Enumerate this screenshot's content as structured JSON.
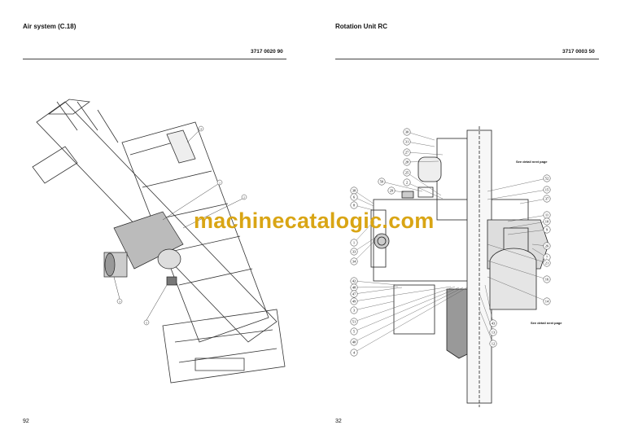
{
  "left_page": {
    "title": "Air system (C.18)",
    "part_number": "3717 0020 90",
    "page_number": "92",
    "callouts": [
      "4",
      "1",
      "2",
      "3",
      "5"
    ]
  },
  "right_page": {
    "title": "Rotation Unit RC",
    "part_number": "3717 0003 50",
    "page_number": "32",
    "note_top": "See detail next page",
    "note_bottom": "See detail next page",
    "left_callouts": [
      "30",
      "31",
      "27",
      "28",
      "25",
      "2",
      "50",
      "29",
      "38",
      "6",
      "8",
      "1",
      "33",
      "34",
      "42",
      "48",
      "47",
      "49",
      "3",
      "51",
      "5",
      "40",
      "4"
    ],
    "right_callouts": [
      "52",
      "15",
      "37",
      "11",
      "10",
      "9",
      "26",
      "7",
      "21",
      "16",
      "14",
      "43",
      "13",
      "12"
    ]
  },
  "watermark": "machinecatalogic.com"
}
